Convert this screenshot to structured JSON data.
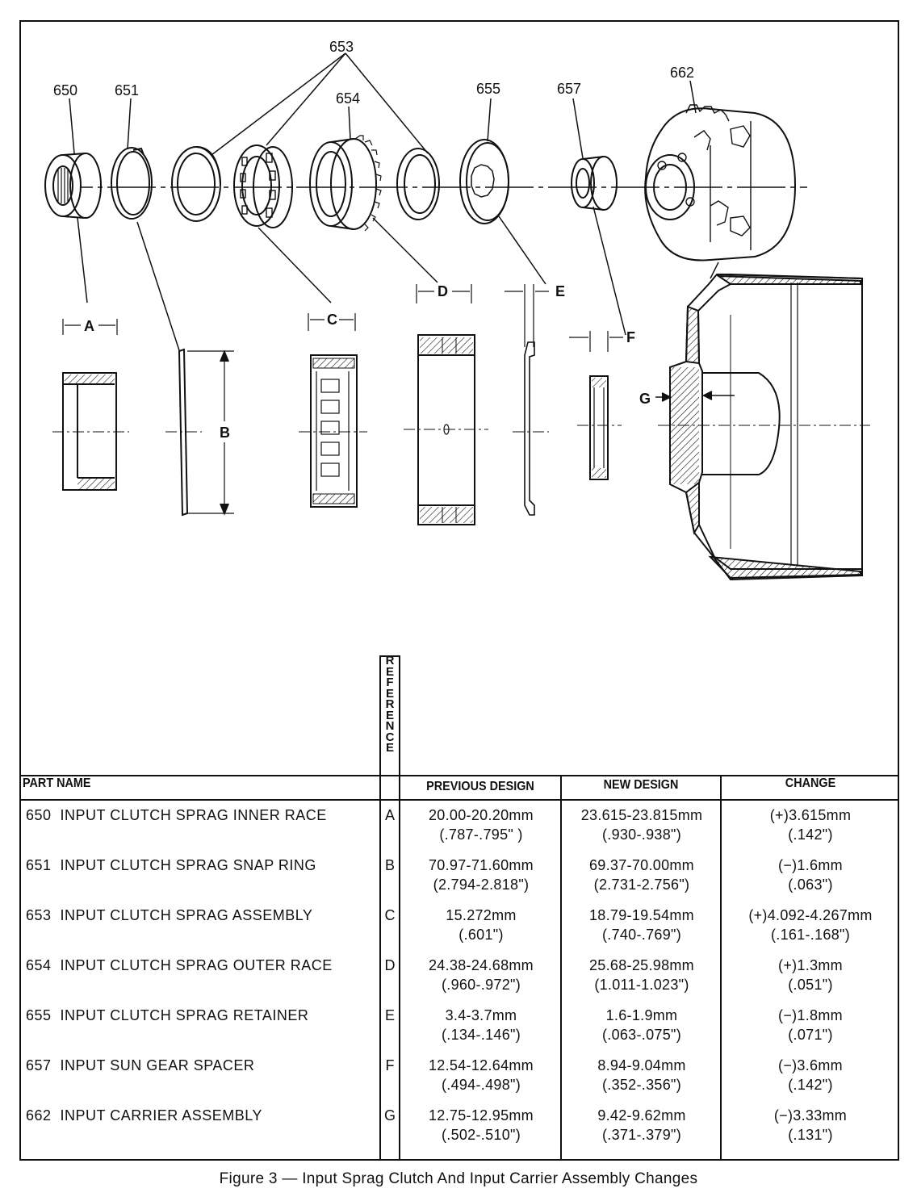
{
  "parts_labels": {
    "p650": "650",
    "p651": "651",
    "p653": "653",
    "p654": "654",
    "p655": "655",
    "p657": "657",
    "p662": "662"
  },
  "dimension_labels": {
    "A": "A",
    "B": "B",
    "C": "C",
    "D": "D",
    "E": "E",
    "F": "F",
    "G": "G"
  },
  "table": {
    "reference_header": [
      "R",
      "E",
      "F",
      "E",
      "R",
      "E",
      "N",
      "C",
      "E"
    ],
    "part_name_header": "PART NAME",
    "previous_header": "PREVIOUS DESIGN",
    "new_header": "NEW DESIGN",
    "change_header": "CHANGE",
    "rows": [
      {
        "part": "650  INPUT CLUTCH SPRAG INNER RACE",
        "ref": "A",
        "prev1": "20.00-20.20mm",
        "prev2": "(.787-.795\" )",
        "new1": "23.615-23.815mm",
        "new2": "(.930-.938\")",
        "chg1": "(+)3.615mm",
        "chg2": "(.142\")"
      },
      {
        "part": "651  INPUT CLUTCH SPRAG SNAP RING",
        "ref": "B",
        "prev1": "70.97-71.60mm",
        "prev2": "(2.794-2.818\")",
        "new1": "69.37-70.00mm",
        "new2": "(2.731-2.756\")",
        "chg1": "(−)1.6mm",
        "chg2": "(.063\")"
      },
      {
        "part": "653  INPUT CLUTCH SPRAG ASSEMBLY",
        "ref": "C",
        "prev1": "15.272mm",
        "prev2": "(.601\")",
        "new1": "18.79-19.54mm",
        "new2": "(.740-.769\")",
        "chg1": "(+)4.092-4.267mm",
        "chg2": "(.161-.168\")"
      },
      {
        "part": "654  INPUT CLUTCH SPRAG OUTER RACE",
        "ref": "D",
        "prev1": "24.38-24.68mm",
        "prev2": "(.960-.972\")",
        "new1": "25.68-25.98mm",
        "new2": "(1.011-1.023\")",
        "chg1": "(+)1.3mm",
        "chg2": "(.051\")"
      },
      {
        "part": "655  INPUT CLUTCH SPRAG RETAINER",
        "ref": "E",
        "prev1": "3.4-3.7mm",
        "prev2": "(.134-.146\")",
        "new1": "1.6-1.9mm",
        "new2": "(.063-.075\")",
        "chg1": "(−)1.8mm",
        "chg2": "(.071\")"
      },
      {
        "part": "657  INPUT SUN GEAR SPACER",
        "ref": "F",
        "prev1": "12.54-12.64mm",
        "prev2": "(.494-.498\")",
        "new1": "8.94-9.04mm",
        "new2": "(.352-.356\")",
        "chg1": "(−)3.6mm",
        "chg2": "(.142\")"
      },
      {
        "part": "662  INPUT CARRIER ASSEMBLY",
        "ref": "G",
        "prev1": "12.75-12.95mm",
        "prev2": "(.502-.510\")",
        "new1": "9.42-9.62mm",
        "new2": "(.371-.379\")",
        "chg1": "(−)3.33mm",
        "chg2": "(.131\")"
      }
    ]
  },
  "caption": "Figure 3 — Input Sprag Clutch And Input Carrier Assembly Changes"
}
